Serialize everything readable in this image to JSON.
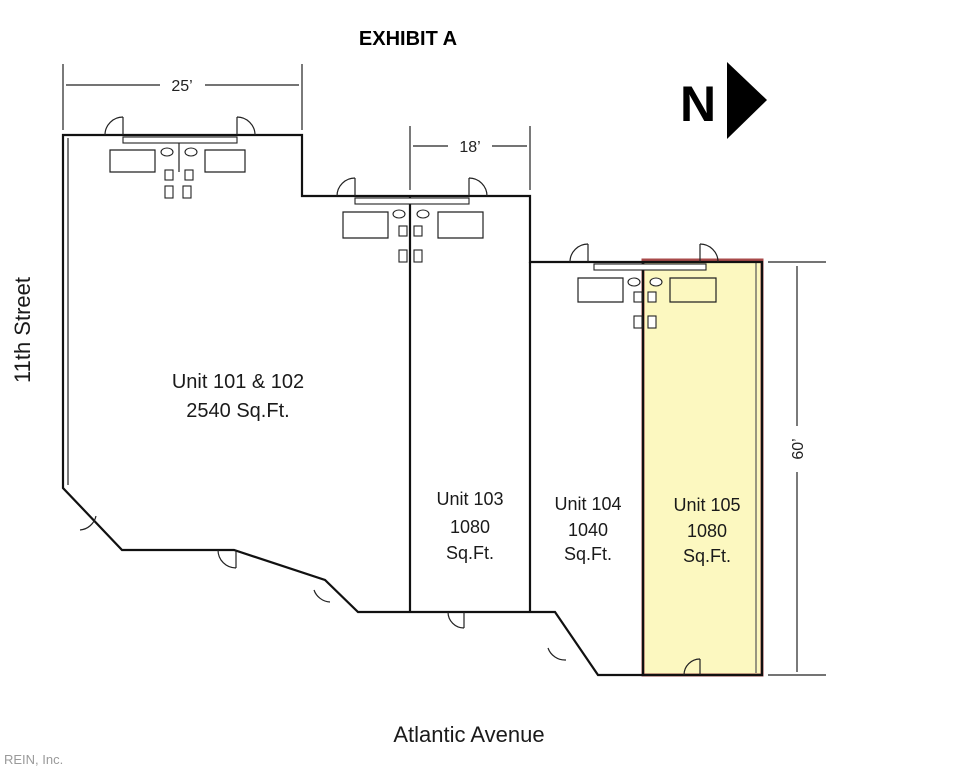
{
  "exhibit_title": "EXHIBIT A",
  "north_label": "N",
  "dimensions": {
    "width_left": "25’",
    "width_middle": "18’",
    "depth_right": "60’"
  },
  "streets": {
    "side": "11th Street",
    "front": "Atlantic Avenue"
  },
  "units": [
    {
      "line1": "Unit 101 & 102",
      "line2": "2540 Sq.Ft.",
      "line3": ""
    },
    {
      "line1": "Unit 103",
      "line2": "1080",
      "line3": "Sq.Ft."
    },
    {
      "line1": "Unit 104",
      "line2": "1040",
      "line3": "Sq.Ft."
    },
    {
      "line1": "Unit 105",
      "line2": "1080",
      "line3": "Sq.Ft."
    }
  ],
  "highlight": {
    "unit_index": 3,
    "fill_color": "#fcf8c0",
    "border_color": "#a84a4a"
  },
  "watermark": "REIN, Inc."
}
